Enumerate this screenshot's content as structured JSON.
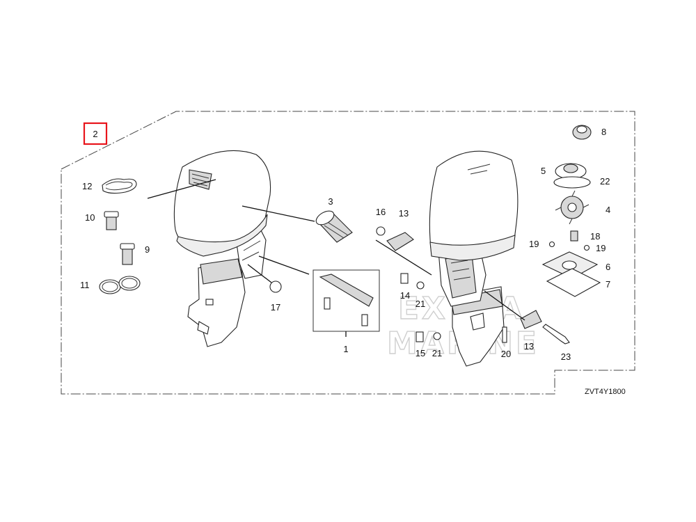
{
  "group_number": "2",
  "diagram_code": "ZVT4Y1800",
  "watermark": [
    "EXTRA",
    "MARINE"
  ],
  "highlight_color": "#e8141b",
  "callouts": [
    {
      "id": "c1",
      "text": "1"
    },
    {
      "id": "c3",
      "text": "3"
    },
    {
      "id": "c4",
      "text": "4"
    },
    {
      "id": "c5",
      "text": "5"
    },
    {
      "id": "c6",
      "text": "6"
    },
    {
      "id": "c7",
      "text": "7"
    },
    {
      "id": "c8",
      "text": "8"
    },
    {
      "id": "c9",
      "text": "9"
    },
    {
      "id": "c10",
      "text": "10"
    },
    {
      "id": "c11",
      "text": "11"
    },
    {
      "id": "c12",
      "text": "12"
    },
    {
      "id": "c13a",
      "text": "13"
    },
    {
      "id": "c13b",
      "text": "13"
    },
    {
      "id": "c14",
      "text": "14"
    },
    {
      "id": "c15",
      "text": "15"
    },
    {
      "id": "c16",
      "text": "16"
    },
    {
      "id": "c17",
      "text": "17"
    },
    {
      "id": "c18",
      "text": "18"
    },
    {
      "id": "c19a",
      "text": "19"
    },
    {
      "id": "c19b",
      "text": "19"
    },
    {
      "id": "c20",
      "text": "20"
    },
    {
      "id": "c21a",
      "text": "21"
    },
    {
      "id": "c21b",
      "text": "21"
    },
    {
      "id": "c22",
      "text": "22"
    },
    {
      "id": "c23",
      "text": "23"
    }
  ]
}
